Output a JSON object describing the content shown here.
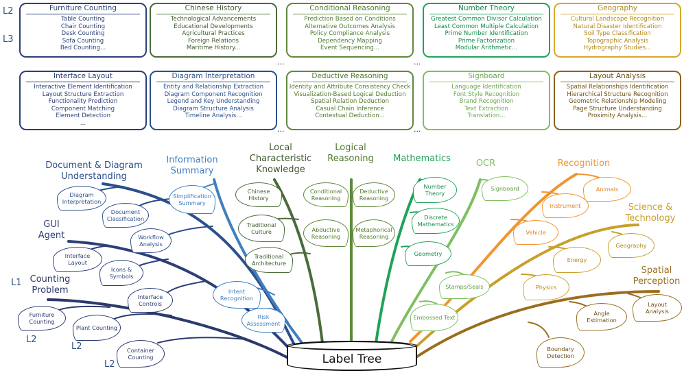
{
  "level_labels": {
    "l2_top": "L2",
    "l3_top": "L3",
    "l1": "L1",
    "l2_a": "L2",
    "l2_b": "L2",
    "l2_c": "L2"
  },
  "colors": {
    "doc": "#2b4f8c",
    "gui": "#2b3f78",
    "counting": "#2b3a6b",
    "info": "#3f7fbf",
    "local": "#4a6b3a",
    "logical": "#5f8a3a",
    "math": "#1fa35a",
    "ocr": "#7fbf5f",
    "recog": "#f0952f",
    "science": "#c8a02a",
    "spatial": "#9a6e1f"
  },
  "boxes": {
    "furniture_counting": {
      "title": "Furniture Counting",
      "items": [
        "Table Counting",
        "Chair Counting",
        "Desk Counting",
        "Sofa Counting",
        "Bed Counting..."
      ]
    },
    "chinese_history": {
      "title": "Chinese History",
      "items": [
        "Technological Advancements",
        "Educational Developments",
        "Agricultural Practices",
        "Foreign Relations",
        "Maritime History..."
      ]
    },
    "conditional_reasoning": {
      "title": "Conditional Reasoning",
      "items": [
        "Prediction Based on Conditions",
        "Alternative Outcomes Analysis",
        "Policy Compliance Analysis",
        "Dependency Mapping",
        "Event Sequencing..."
      ]
    },
    "number_theory": {
      "title": "Number Theory",
      "items": [
        "Greatest Common Divisor Calculation",
        "Least Common Multiple Calculation",
        "Prime Number Identification",
        "Prime Factorization",
        "Modular Arithmetic..."
      ]
    },
    "geography": {
      "title": "Geography",
      "items": [
        "Cultural Landscape Recognition",
        "Natural Disaster Identification",
        "Soil Type Classification",
        "Topographic Analysis",
        "Hydrography Studies..."
      ]
    },
    "interface_layout": {
      "title": "Interface Layout",
      "items": [
        "Interactive Element Identification",
        "Layout Structure Extraction",
        "Functionality Prediction",
        "Component Matching",
        "Element Detection",
        "..."
      ]
    },
    "diagram_interpretation": {
      "title": "Diagram Interpretation",
      "items": [
        "Entity and Relationship Extraction",
        "Diagram Component Recognition",
        "Legend and Key Understanding",
        "Diagram Structure Analysis",
        "Timeline Analysis..."
      ]
    },
    "deductive_reasoning": {
      "title": "Deductive Reasoning",
      "items": [
        "Identity and Attribute Consistency Check",
        "Visualization-Based Logical Deduction",
        "Spatial Relation Deduction",
        "Casual Chain Inference",
        "Contextual Deduction..."
      ]
    },
    "signboard": {
      "title": "Signboard",
      "items": [
        "Language Identification",
        "Font Style Recognition",
        "Brand Recognition",
        "Text Extraction",
        "Translation..."
      ]
    },
    "layout_analysis": {
      "title": "Layout Analysis",
      "items": [
        "Spatial Relationships Identification",
        "Hierarchical Structure Recognition",
        "Geometric Relationship Modeling",
        "Page Structure Understanding",
        "Proximity Analysis..."
      ]
    }
  },
  "between_dots": "...",
  "root_label": "Label Tree",
  "branches": {
    "doc": {
      "label": "Document & Diagram Understanding",
      "leaves": [
        "Diagram Interpretation",
        "Document Classification",
        "Workflow Analysis"
      ]
    },
    "gui": {
      "label": "GUI Agent",
      "leaves": [
        "Interface Layout",
        "Icons & Symbols",
        "Interface Controls"
      ]
    },
    "counting": {
      "label": "Counting Problem",
      "leaves": [
        "Furniture Counting",
        "Plant Counting",
        "Container Counting"
      ]
    },
    "info": {
      "label": "Information Summary",
      "leaves": [
        "Simplification Summary",
        "Intent Recognition",
        "Risk Assessment"
      ]
    },
    "local": {
      "label": "Local Characteristic Knowledge",
      "leaves": [
        "Chinese History",
        "Traditional Culture",
        "Traditional Architecture"
      ]
    },
    "logical": {
      "label": "Logical Reasoning",
      "leaves": [
        "Conditional Reasoning",
        "Deductive Reasoning",
        "Abductive Reasoning",
        "Metaphorical Reasoning"
      ]
    },
    "math": {
      "label": "Mathematics",
      "leaves": [
        "Number Theory",
        "Discrete Mathematics",
        "Geometry"
      ]
    },
    "ocr": {
      "label": "OCR",
      "leaves": [
        "Signboard",
        "Stamps/Seals",
        "Embossed Text"
      ]
    },
    "recog": {
      "label": "Recognition",
      "leaves": [
        "Animals",
        "Instrument",
        "Vehicle"
      ]
    },
    "science": {
      "label": "Science & Technology",
      "leaves": [
        "Geography",
        "Energy",
        "Physics"
      ]
    },
    "spatial": {
      "label": "Spatial Perception",
      "leaves": [
        "Layout Analysis",
        "Angle Estimation",
        "Boundary Detection"
      ]
    }
  }
}
